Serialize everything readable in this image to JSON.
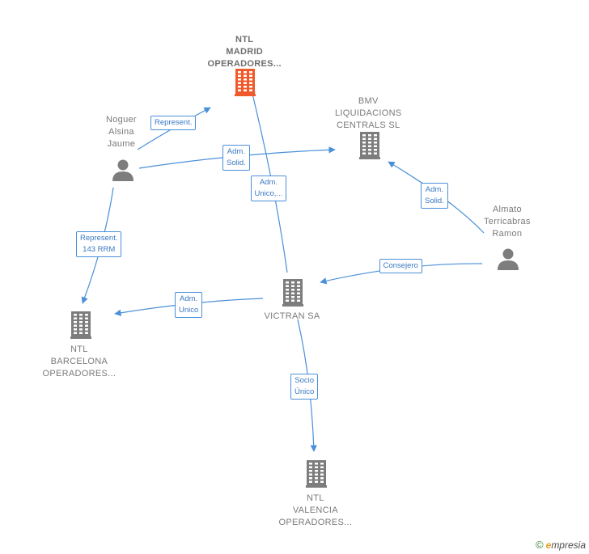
{
  "nodes": [
    {
      "id": "ntl_madrid",
      "lines": [
        "NTL",
        "MADRID",
        "OPERADORES..."
      ],
      "icon": "building-icon",
      "color": "#f05a2b",
      "bold": true
    },
    {
      "id": "bmv",
      "lines": [
        "BMV",
        "LIQUIDACIONS",
        "CENTRALS SL"
      ],
      "icon": "building-icon",
      "color": "#7d7d7d"
    },
    {
      "id": "noguer",
      "lines": [
        "Noguer",
        "Alsina",
        "Jaume"
      ],
      "icon": "person-icon",
      "color": "#7d7d7d"
    },
    {
      "id": "almato",
      "lines": [
        "Almato",
        "Terricabras",
        "Ramon"
      ],
      "icon": "person-icon",
      "color": "#7d7d7d"
    },
    {
      "id": "victran",
      "lines": [
        "VICTRAN SA"
      ],
      "icon": "building-icon",
      "color": "#7d7d7d"
    },
    {
      "id": "ntl_barcelona",
      "lines": [
        "NTL",
        "BARCELONA",
        "OPERADORES..."
      ],
      "icon": "building-icon",
      "color": "#7d7d7d"
    },
    {
      "id": "ntl_valencia",
      "lines": [
        "NTL",
        "VALENCIA",
        "OPERADORES..."
      ],
      "icon": "building-icon",
      "color": "#7d7d7d"
    }
  ],
  "edges": [
    {
      "from": "noguer",
      "to": "ntl_madrid",
      "lines": [
        "Represent."
      ]
    },
    {
      "from": "noguer",
      "to": "bmv",
      "lines": [
        "Adm.",
        "Solid."
      ]
    },
    {
      "from": "victran",
      "to": "ntl_madrid",
      "lines": [
        "Adm.",
        "Unico,..."
      ]
    },
    {
      "from": "almato",
      "to": "bmv",
      "lines": [
        "Adm.",
        "Solid."
      ]
    },
    {
      "from": "noguer",
      "to": "ntl_barcelona",
      "lines": [
        "Represent.",
        "143 RRM"
      ]
    },
    {
      "from": "almato",
      "to": "victran",
      "lines": [
        "Consejero"
      ]
    },
    {
      "from": "victran",
      "to": "ntl_barcelona",
      "lines": [
        "Adm.",
        "Unico"
      ]
    },
    {
      "from": "victran",
      "to": "ntl_valencia",
      "lines": [
        "Socio",
        "Único"
      ]
    }
  ],
  "footer": {
    "symbol": "©",
    "brand_initial": "e",
    "brand_rest": "mpresia"
  },
  "colors": {
    "edge": "#4a90d9",
    "node": "#7d7d7d",
    "highlight": "#f05a2b"
  }
}
